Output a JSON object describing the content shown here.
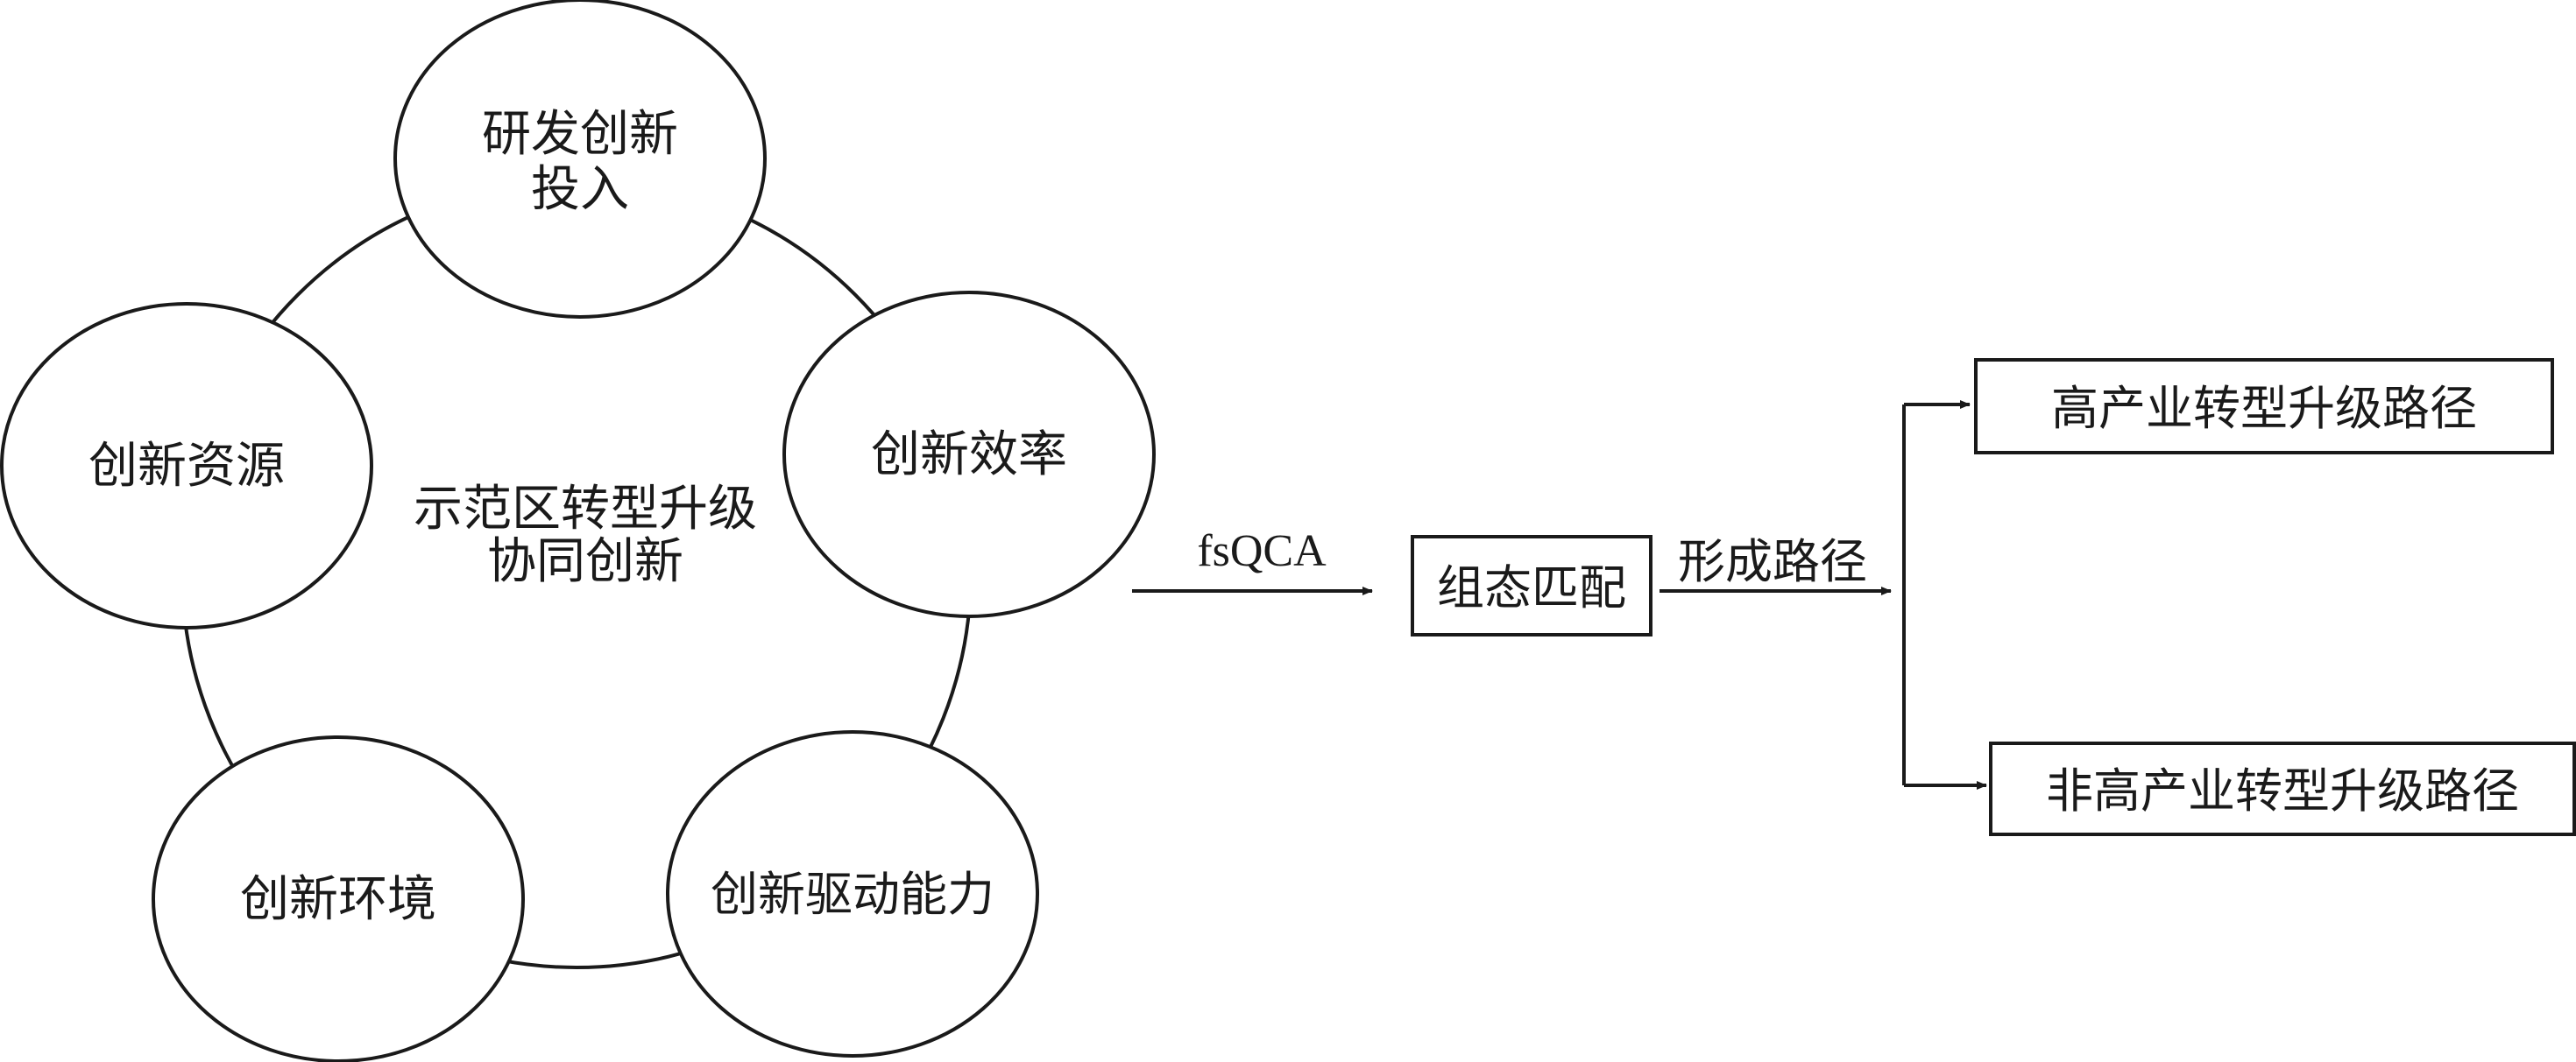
{
  "diagram": {
    "center": {
      "line1": "示范区转型升级",
      "line2": "协同创新"
    },
    "nodes": {
      "top": {
        "line1": "研发创新",
        "line2": "投入"
      },
      "right": {
        "label": "创新效率"
      },
      "bottom_right": {
        "label": "创新驱动能力"
      },
      "bottom_left": {
        "label": "创新环境"
      },
      "left": {
        "label": "创新资源"
      }
    },
    "method_label": "fsQCA",
    "config_box": "组态匹配",
    "path_label": "形成路径",
    "outcomes": {
      "high": "高产业转型升级路径",
      "non_high": "非高产业转型升级路径"
    },
    "colors": {
      "stroke": "#1a1a1a",
      "background": "#ffffff"
    }
  }
}
